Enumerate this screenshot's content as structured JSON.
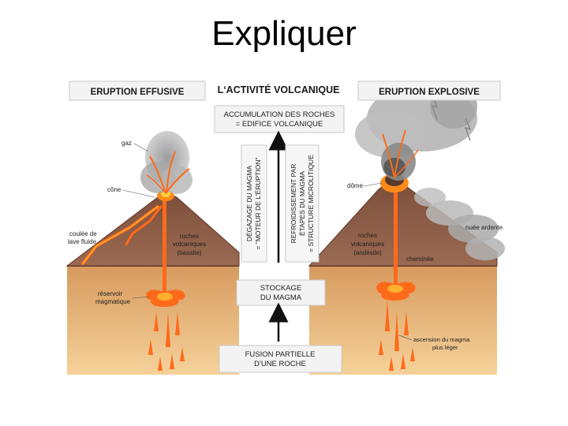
{
  "slide": {
    "title": "Expliquer"
  },
  "headers": {
    "left": "ERUPTION EFFUSIVE",
    "center": "L‘ACTIVITÉ VOLCANIQUE",
    "right": "ERUPTION EXPLOSIVE"
  },
  "center_boxes": {
    "accumulation": [
      "ACCUMULATION DES ROCHES",
      "= EDIFICE VOLCANIQUE"
    ],
    "stockage": [
      "STOCKAGE",
      "DU MAGMA"
    ],
    "fusion": [
      "FUSION PARTIELLE",
      "D'UNE ROCHE"
    ]
  },
  "vertical_texts": {
    "degazage": [
      "DÉGAZAGE DU MAGMA",
      "= \"MOTEUR DE L'ÉRUPTION\""
    ],
    "refroidissement": [
      "REFROIDISSEMENT PAR",
      "ÉTAPES DU MAGMA",
      "= STRUCTURE MICROLITIQUE"
    ]
  },
  "left_labels": {
    "gaz": "gaz",
    "cone": "cône",
    "coulee": [
      "coulée de",
      "lave fluide"
    ],
    "roches": [
      "roches",
      "volcaniques",
      "(basalte)"
    ],
    "reservoir": [
      "réservoir",
      "magmatique"
    ]
  },
  "right_labels": {
    "dome": "dôme",
    "nuee": "nuée ardente",
    "roches": [
      "roches",
      "volcaniques",
      "(andésite)"
    ],
    "cheminee": "cheminée",
    "ascension": [
      "ascension du magma",
      "plus léger"
    ]
  },
  "colors": {
    "volcano": "#8a5a44",
    "ground_top": "#d9a066",
    "ground_bottom": "#f2c98e",
    "magma": "#ff6a1a",
    "magma_core": "#ffb030",
    "smoke": "#9a9a9a",
    "box_bg": "#f3f3f3"
  }
}
